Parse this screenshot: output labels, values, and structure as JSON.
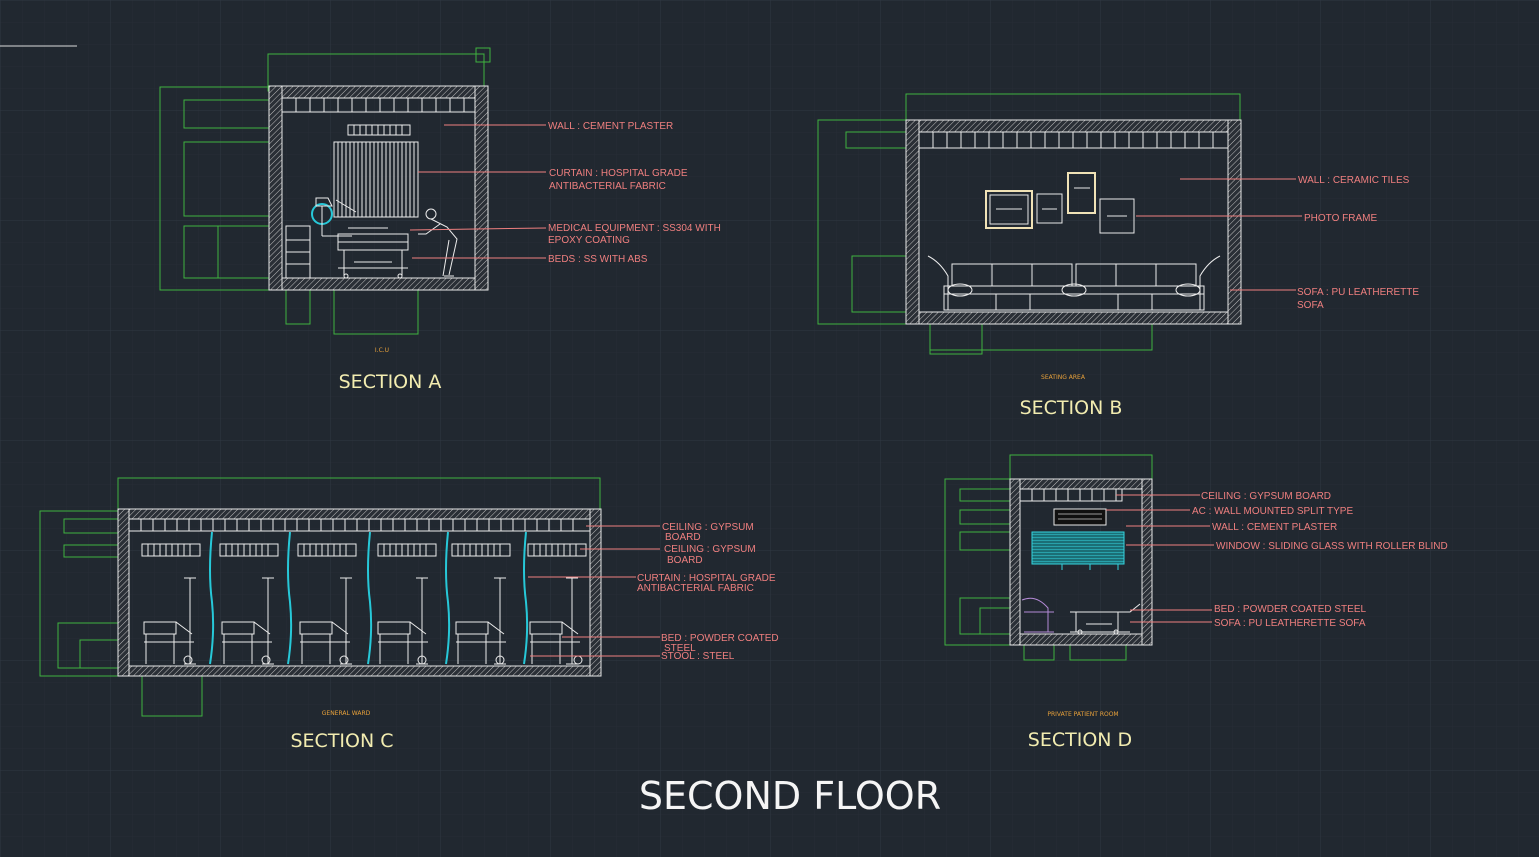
{
  "drawing": {
    "title": "SECOND FLOOR",
    "sections": [
      {
        "title": "SECTION A",
        "caption": "I.C.U",
        "notes": [
          "WALL : CEMENT PLASTER",
          "CURTAIN : HOSPITAL GRADE",
          "ANTIBACTERIAL FABRIC",
          "MEDICAL EQUIPMENT : SS304 WITH",
          "EPOXY COATING",
          "BEDS : SS WITH ABS"
        ]
      },
      {
        "title": "SECTION B",
        "caption": "SEATING AREA",
        "notes": [
          "WALL : CERAMIC TILES",
          "PHOTO FRAME",
          "SOFA : PU LEATHERETTE",
          "SOFA"
        ]
      },
      {
        "title": "SECTION C",
        "caption": "GENERAL WARD",
        "notes": [
          "CEILING : GYPSUM",
          "BOARD",
          "CEILING : GYPSUM",
          "BOARD",
          "CURTAIN : HOSPITAL GRADE",
          "ANTIBACTERIAL FABRIC",
          "BED : POWDER COATED",
          "STEEL",
          "STOOL : STEEL"
        ]
      },
      {
        "title": "SECTION D",
        "caption": "PRIVATE PATIENT ROOM",
        "notes": [
          "CEILING : GYPSUM BOARD",
          "AC : WALL MOUNTED SPLIT TYPE",
          "WALL : CEMENT PLASTER",
          "WINDOW : SLIDING GLASS WITH ROLLER BLIND",
          "BED : POWDER COATED STEEL",
          "SOFA : PU LEATHERETTE SOFA"
        ]
      }
    ]
  },
  "colors": {
    "background": "#212830",
    "grid": "#2c333c",
    "dimension": "#3fb23f",
    "annotation": "#ef7f7f",
    "curtain": "#27c8d8",
    "title": "#f2ecb0",
    "caption": "#e8a13a"
  }
}
